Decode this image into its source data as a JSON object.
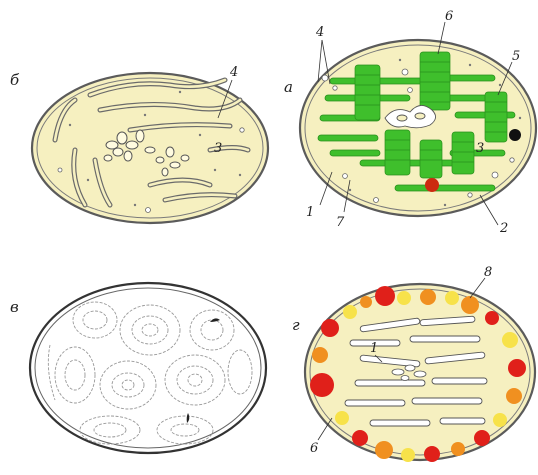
{
  "panels": [
    {
      "id": "b",
      "letter": "б",
      "callouts": [
        "4",
        "3"
      ]
    },
    {
      "id": "a",
      "letter": "а",
      "callouts": [
        "4",
        "6",
        "5",
        "3",
        "1",
        "7",
        "2"
      ]
    },
    {
      "id": "v",
      "letter": "в",
      "callouts": []
    },
    {
      "id": "g",
      "letter": "г",
      "callouts": [
        "8",
        "1",
        "6"
      ]
    }
  ],
  "colors": {
    "stroma": "#f6f0c0",
    "membrane": "#5b5b5b",
    "grana": "#3fbf2c",
    "grana_dark": "#2a8f1c",
    "plastoglobule_red": "#e0201a",
    "plastoglobule_orange": "#f09020",
    "plastoglobule_yellow": "#f7e24a",
    "starch": "#cc2a10"
  }
}
